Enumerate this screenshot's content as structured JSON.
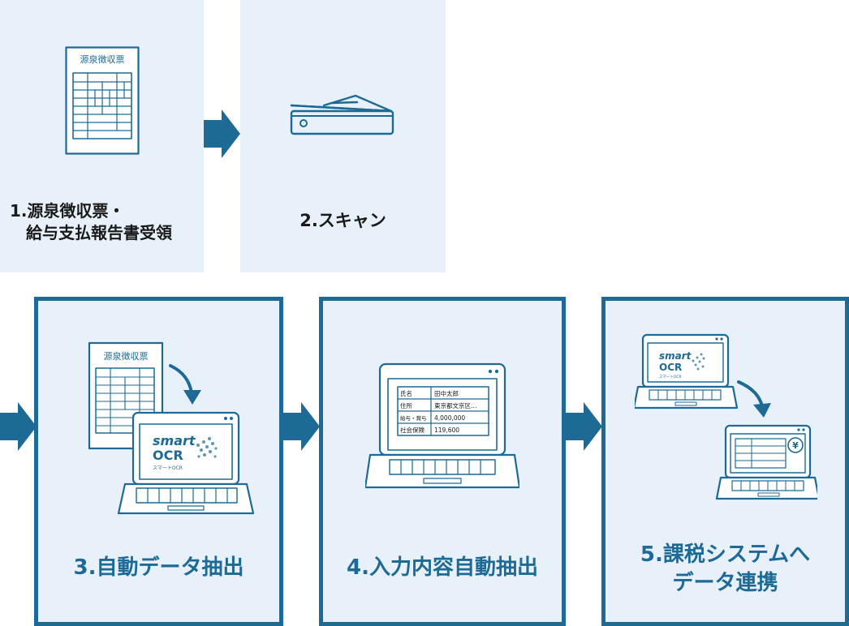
{
  "steps": [
    {
      "label": "1.源泉徴収票・\n　給与支払報告書受領",
      "doc_title": "源泉徴収票"
    },
    {
      "label": "2.スキャン"
    },
    {
      "label": "3.自動データ抽出",
      "doc_title": "源泉徴収票",
      "logo_top": "smart",
      "logo_bottom": "OCR",
      "logo_sub": "スマートOCR"
    },
    {
      "label": "4.入力内容自動抽出",
      "table": [
        [
          "氏名",
          "田中太郎"
        ],
        [
          "住所",
          "東京都文京区…"
        ],
        [
          "給与・賞与",
          "4,000,000"
        ],
        [
          "社会保険",
          "119,600"
        ]
      ]
    },
    {
      "label": "5.課税システムへ\nデータ連携",
      "logo_top": "smart",
      "logo_bottom": "OCR",
      "logo_sub": "スマートOCR",
      "currency": "¥"
    }
  ],
  "colors": {
    "accent": "#1d6a96",
    "panel": "#e8f1fa",
    "label": "#1a1a1a"
  }
}
